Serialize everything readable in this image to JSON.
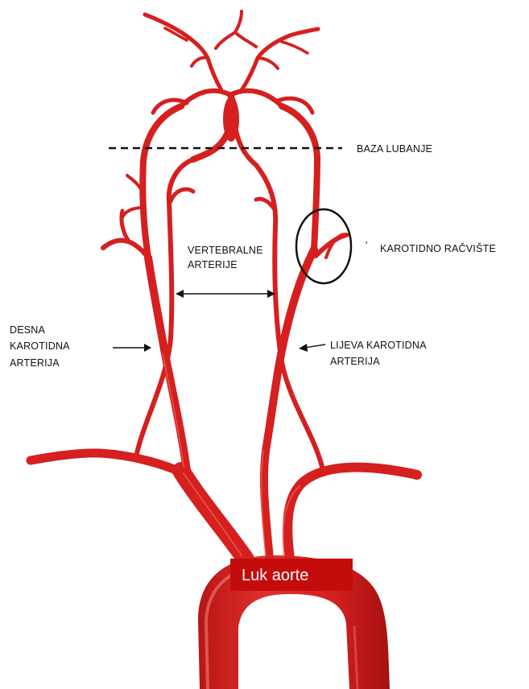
{
  "labels": {
    "skull_base": "BAZA LUBANJE",
    "vertebral_line1": "VERTEBRALNE",
    "vertebral_line2": "ARTERIJE",
    "bifurcation": "KAROTIDNO RAČVIŠTE",
    "bifurcation_tick": "'",
    "right_carotid_line1": "DESNA",
    "right_carotid_line2": "KAROTIDNA",
    "right_carotid_line3": "ARTERIJA",
    "left_carotid_line1": "LIJEVA KAROTIDNA",
    "left_carotid_line2": "ARTERIJA",
    "aortic_arch": "Luk aorte"
  },
  "colors": {
    "artery": "#d61f1f",
    "artery_dark": "#a81212",
    "artery_light": "#ef5a50",
    "label_box": "#c40c0c",
    "text": "#111111"
  }
}
